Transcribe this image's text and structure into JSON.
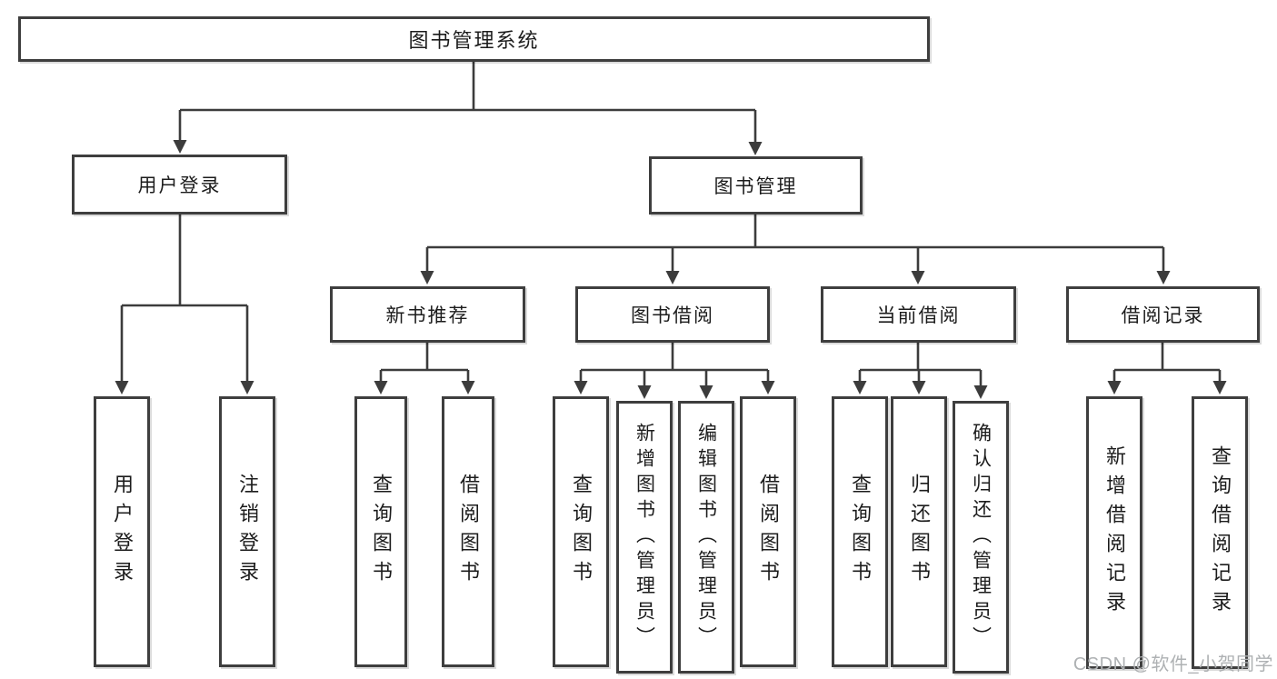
{
  "tree": {
    "root": {
      "label": "图书管理系统"
    },
    "branches": [
      {
        "label": "用户登录",
        "children": [
          {
            "label": "用户登录"
          },
          {
            "label": "注销登录"
          }
        ]
      },
      {
        "label": "图书管理",
        "children": [
          {
            "label": "新书推荐",
            "children": [
              {
                "label": "查询图书"
              },
              {
                "label": "借阅图书"
              }
            ]
          },
          {
            "label": "图书借阅",
            "children": [
              {
                "label": "查询图书"
              },
              {
                "label": "新增图书（管理员）"
              },
              {
                "label": "编辑图书（管理员）"
              },
              {
                "label": "借阅图书"
              }
            ]
          },
          {
            "label": "当前借阅",
            "children": [
              {
                "label": "查询图书"
              },
              {
                "label": "归还图书"
              },
              {
                "label": "确认归还（管理员）"
              }
            ]
          },
          {
            "label": "借阅记录",
            "children": [
              {
                "label": "新增借阅记录"
              },
              {
                "label": "查询借阅记录"
              }
            ]
          }
        ]
      }
    ]
  },
  "watermark": {
    "text": "CSDN @软件_小贺同学"
  },
  "colors": {
    "line": "#3c3c3c",
    "text": "#1c1c1c",
    "watermark": "#aeb1b3"
  }
}
